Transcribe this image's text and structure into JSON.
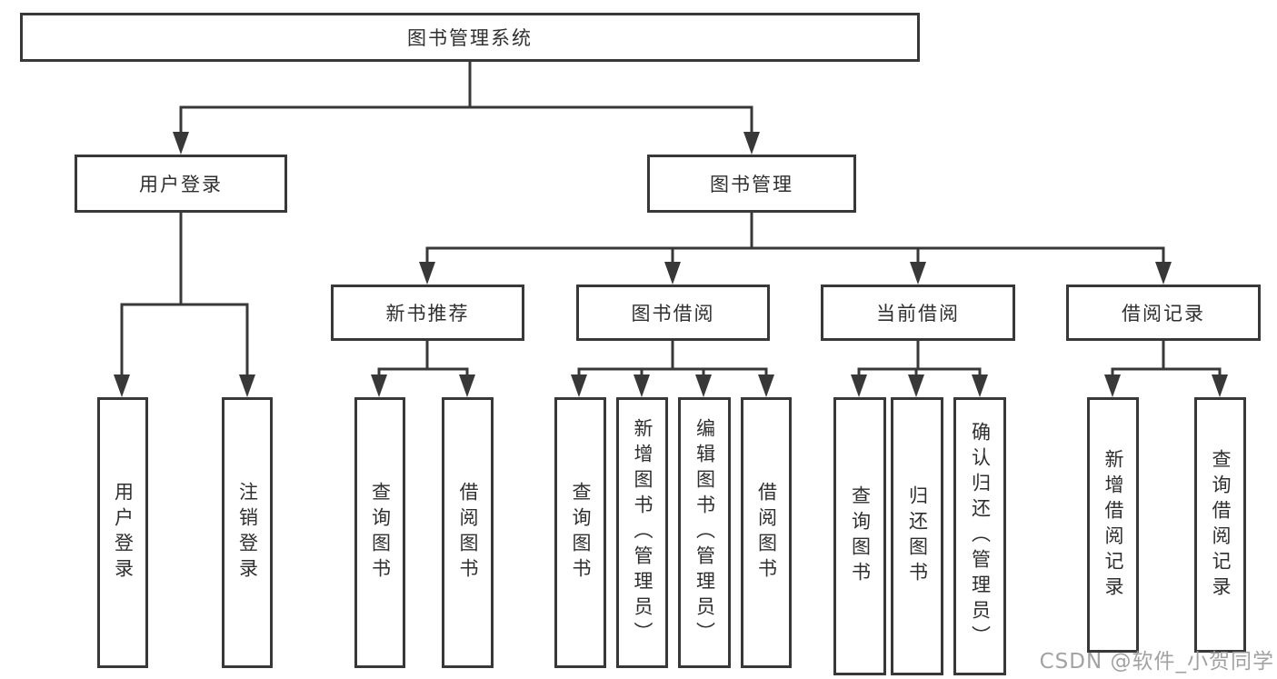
{
  "diagram": {
    "title": "图书管理系统",
    "level2": {
      "user_login": "用户登录",
      "book_management": "图书管理"
    },
    "level3": {
      "new_book_recommend": "新书推荐",
      "book_borrow": "图书借阅",
      "current_borrow": "当前借阅",
      "borrow_records": "借阅记录"
    },
    "leaves": {
      "user_login": "用户登录",
      "logout": "注销登录",
      "query_books_1": "查询图书",
      "borrow_books_1": "借阅图书",
      "query_books_2": "查询图书",
      "add_book_admin": "新增图书（管理员）",
      "edit_book_admin": "编辑图书（管理员）",
      "borrow_books_2": "借阅图书",
      "query_books_3": "查询图书",
      "return_book": "归还图书",
      "confirm_return_admin": "确认归还（管理员）",
      "add_borrow_record": "新增借阅记录",
      "query_borrow_record": "查询借阅记录"
    },
    "watermark": "CSDN @软件_小贺同学",
    "colors": {
      "line": "#383838",
      "text": "#2f2f2f",
      "watermark": "#9b9b9b",
      "background": "#ffffff"
    }
  }
}
